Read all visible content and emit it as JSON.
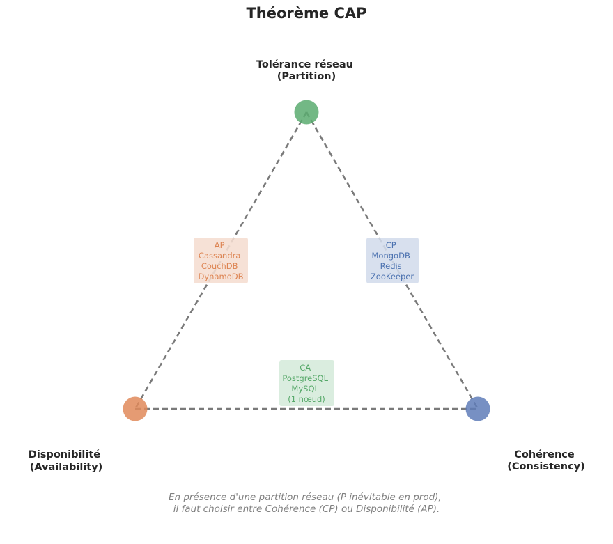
{
  "title": "Théorème CAP",
  "vertices": {
    "partition": {
      "line1": "Tolérance réseau",
      "line2": "(Partition)",
      "color": "#5aab70"
    },
    "availability": {
      "line1": "Disponibilité",
      "line2": "(Availability)",
      "color": "#e08a5a"
    },
    "consistency": {
      "line1": "Cohérence",
      "line2": "(Consistency)",
      "color": "#5f7db8"
    }
  },
  "boxes": {
    "ap": {
      "lines": [
        "AP",
        "Cassandra",
        "CouchDB",
        "DynamoDB"
      ],
      "text_color": "#dd8452",
      "bg_color": "#f5ddd0"
    },
    "cp": {
      "lines": [
        "CP",
        "MongoDB",
        "Redis",
        "ZooKeeper"
      ],
      "text_color": "#4c72b0",
      "bg_color": "#d3dcec"
    },
    "ca": {
      "lines": [
        "CA",
        "PostgreSQL",
        "MySQL",
        "(1 nœud)"
      ],
      "text_color": "#55a868",
      "bg_color": "#d5ebdb"
    }
  },
  "note": {
    "line1": "En présence d'une partition réseau (P inévitable en prod),",
    "line2": "il faut choisir entre Cohérence (CP) ou Disponibilité (AP)."
  }
}
